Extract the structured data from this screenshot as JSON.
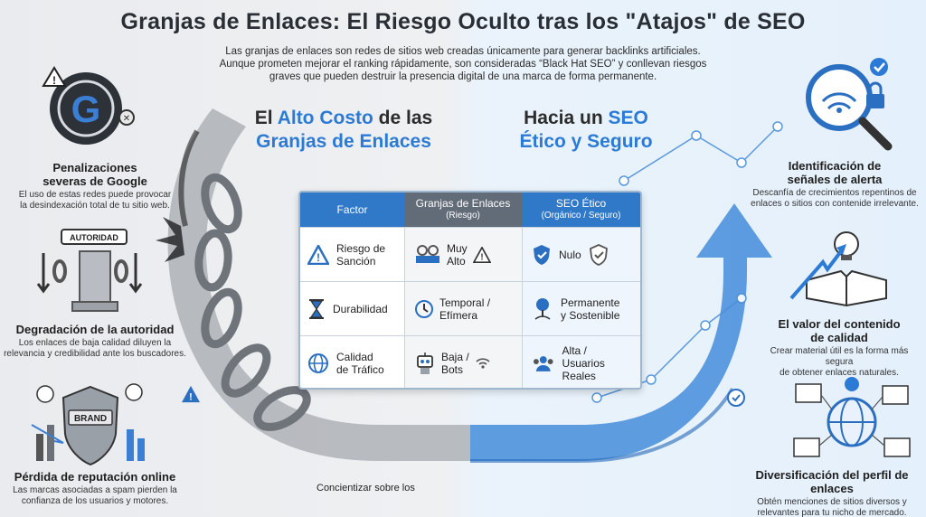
{
  "title": "Granjas de Enlaces: El Riesgo Oculto tras los \"Atajos\" de SEO",
  "intro": [
    "Las granjas de enlaces son redes de sitios web creadas únicamente para generar backlinks artificiales.",
    "Aunque prometen mejorar el ranking rápidamente, son consideradas “Black Hat SEO” y conllevan riesgos",
    "graves que pueden destruir la presencia digital de una marca de forma permanente."
  ],
  "left_section": {
    "pre": "El ",
    "highlight": "Alto Costo",
    "post": " de las",
    "line2": "Granjas de Enlaces"
  },
  "right_section": {
    "pre": "Hacia un ",
    "highlight": "SEO",
    "line2": "Ético y Seguro"
  },
  "left_items": [
    {
      "title1": "Penalizaciones",
      "title2": "severas de Google",
      "desc1": "El uso de estas redes puede provocar",
      "desc2": "la desindexación total de tu sitio web."
    },
    {
      "title1": "Degradación de la autoridad",
      "title2": "",
      "desc1": "Los enlaces de baja calidad diluyen la",
      "desc2": "relevancia y credibilidad ante los buscadores."
    },
    {
      "title1": "Pérdida de reputación online",
      "title2": "",
      "desc1": "Las marcas asociadas a spam pierden la",
      "desc2": "confianza de los usuarios y motores."
    }
  ],
  "right_items": [
    {
      "title1": "Identificación de",
      "title2": "señales de alerta",
      "desc1": "Descanfía de crecimientos repentinos de",
      "desc2": "enlaces o sitios con contenide irrelevante."
    },
    {
      "title1": "El valor del contenido",
      "title2": "de calidad",
      "desc1": "Crear material útil es la forma más segura",
      "desc2": "de obtener enlaces naturales."
    },
    {
      "title1": "Diversificación del perfil de enlaces",
      "title2": "",
      "desc1": "Obtén menciones de sitios diversos y",
      "desc2": "relevantes para tu nicho de mercado."
    }
  ],
  "badges": {
    "autoridad": "AUTORIDAD",
    "brand": "BRAND"
  },
  "table": {
    "headers": [
      {
        "label": "Factor",
        "sub": ""
      },
      {
        "label": "Granjas de Enlaces",
        "sub": "(Riesgo)"
      },
      {
        "label": "SEO Ético",
        "sub": "(Orgánico / Seguro)"
      }
    ],
    "rows": [
      {
        "factor1": "Riesgo de",
        "factor2": "Sanción",
        "farm1": "Muy",
        "farm2": "Alto",
        "seo1": "Nulo",
        "seo2": ""
      },
      {
        "factor1": "Durabilidad",
        "factor2": "",
        "farm1": "Temporal /",
        "farm2": "Efímera",
        "seo1": "Permanente",
        "seo2": "y Sostenible"
      },
      {
        "factor1": "Calidad",
        "factor2": "de Tráfico",
        "farm1": "Baja /",
        "farm2": "Bots",
        "seo1": "Alta /",
        "seo2": "Usuarios Reales"
      }
    ]
  },
  "bottom_text": "Concientizar sobre los",
  "colors": {
    "accent": "#2b7bd6",
    "header_gray": "#626b78",
    "chain": "#7c7f85"
  }
}
